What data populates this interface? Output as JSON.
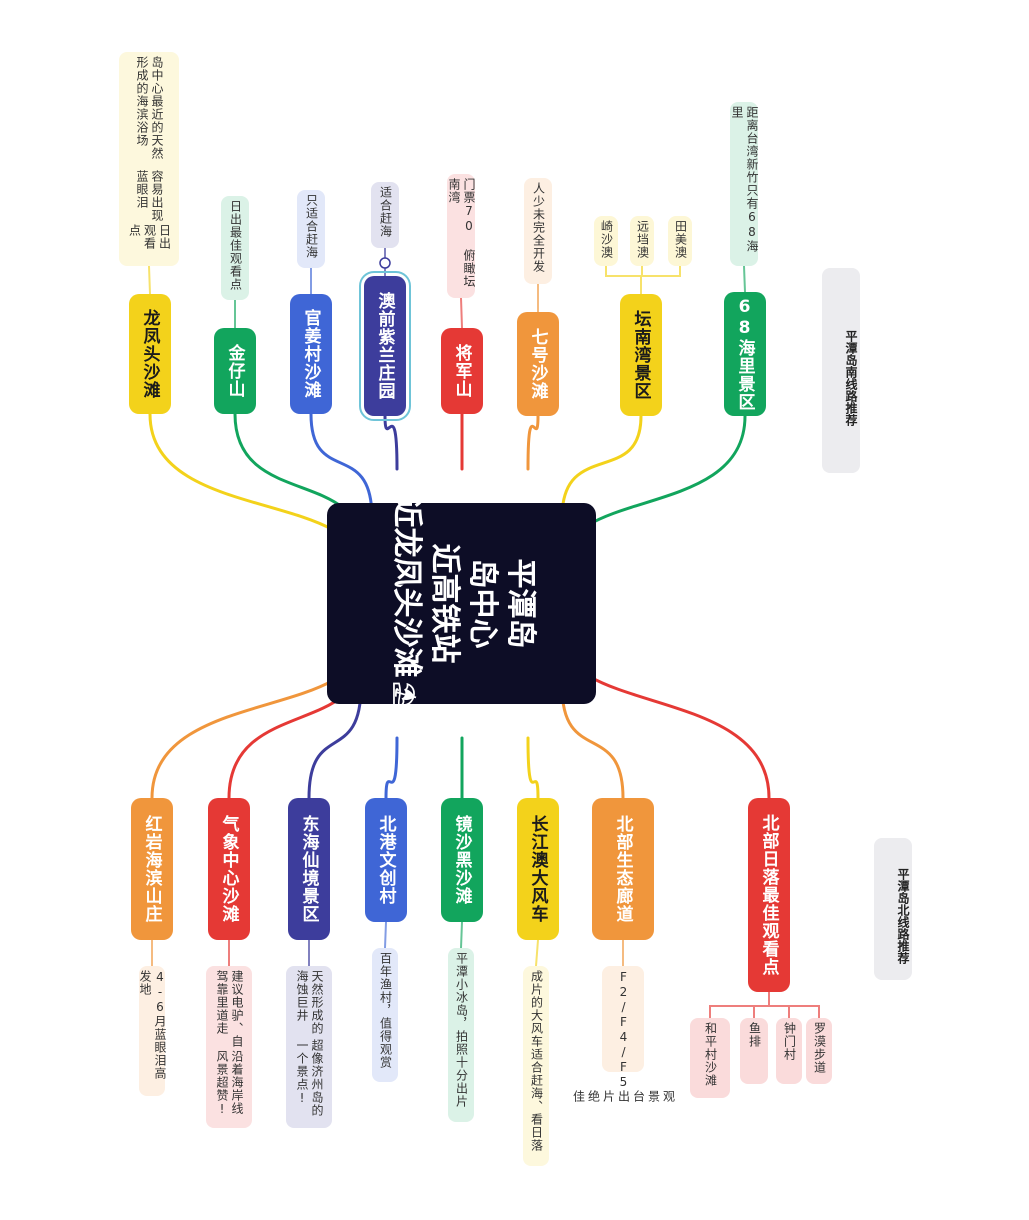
{
  "center": {
    "lines": [
      "平潭岛",
      "岛中心",
      "近高铁站",
      "近龙凤头沙滩"
    ],
    "icon": "beach-umbrella-icon"
  },
  "legends": {
    "south": "平潭岛南线路推荐",
    "north": "平潭岛北线路推荐"
  },
  "top_branches": [
    {
      "label": "龙凤头沙滩",
      "color": "#f3d21b",
      "notes": [
        "岛中心最近的天然形成的海滨浴场",
        "容易出现蓝眼泪",
        "日出观看点"
      ]
    },
    {
      "label": "金仔山",
      "color": "#12a55d",
      "notes": [
        "日出最佳观看点"
      ]
    },
    {
      "label": "官姜村沙滩",
      "color": "#3f66d6",
      "notes": [
        "只适合赶海"
      ]
    },
    {
      "label": "澳前紫兰庄园",
      "color": "#3d3d9c",
      "notes": [
        "适合赶海"
      ]
    },
    {
      "label": "将军山",
      "color": "#e53935",
      "notes": [
        "门票70 俯瞰坛南湾"
      ]
    },
    {
      "label": "七号沙滩",
      "color": "#f0963c",
      "notes": [
        "人少未完全开发"
      ]
    },
    {
      "label": "坛南湾景区",
      "color": "#f3d21b",
      "notes": [
        "田美澳",
        "远垱澳",
        "崎沙澳"
      ]
    },
    {
      "label": "68海里景区",
      "color": "#12a55d",
      "notes": [
        "距离台湾新竹只有68海里"
      ]
    }
  ],
  "bottom_branches": [
    {
      "label": "红岩海滨山庄",
      "color": "#f0963c",
      "notes": [
        "4-6月蓝眼泪高发地"
      ]
    },
    {
      "label": "气象中心沙滩",
      "color": "#e53935",
      "notes": [
        "建议电驴、自驾靠里道走",
        "沿着海岸线风景超赞!"
      ]
    },
    {
      "label": "东海仙境景区",
      "color": "#3d3d9c",
      "notes": [
        "天然形成的海蚀巨井",
        "超像济州岛的一个景点!"
      ]
    },
    {
      "label": "北港文创村",
      "color": "#3f66d6",
      "notes": [
        "百年渔村，值得观赏"
      ]
    },
    {
      "label": "镜沙黑沙滩",
      "color": "#12a55d",
      "notes": [
        "平潭小冰岛，拍照十分出片"
      ]
    },
    {
      "label": "长江澳大风车",
      "color": "#f3d21b",
      "notes": [
        "成片的大风车适合赶海、看日落"
      ]
    },
    {
      "label": "北部生态廊道",
      "color": "#f0963c",
      "notes": [
        "F2/F4/F5",
        "观景台出片绝佳"
      ]
    },
    {
      "label": "北部日落最佳观看点",
      "color": "#e53935",
      "notes": [
        "罗漠步道",
        "钟门村",
        "鱼排",
        "和平村沙滩"
      ]
    }
  ]
}
